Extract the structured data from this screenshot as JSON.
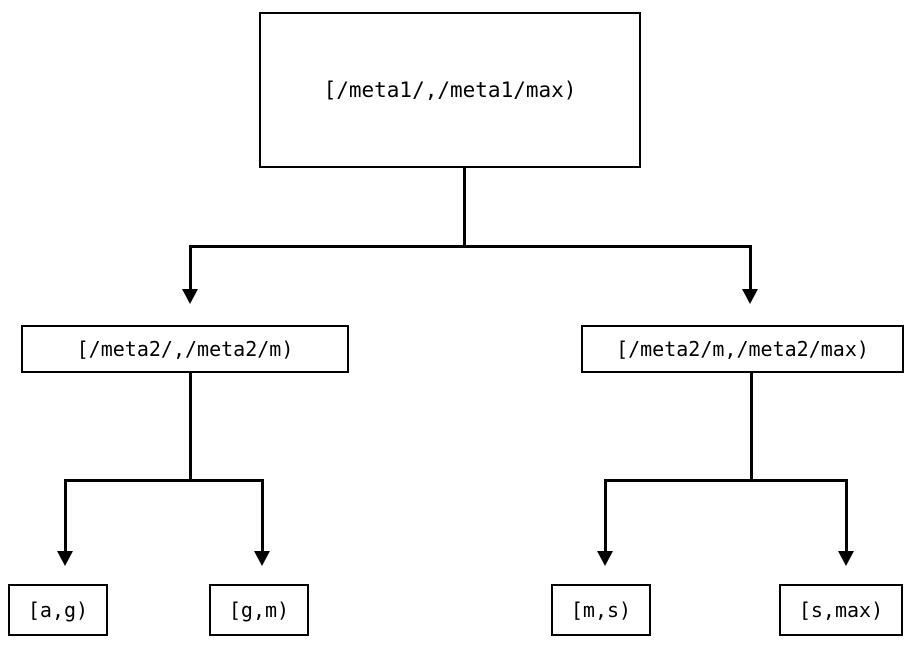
{
  "diagram": {
    "type": "tree",
    "title": "",
    "background_color": "#ffffff",
    "line_color": "#000000",
    "text_color": "#000000",
    "nodes": {
      "root": {
        "label": "[/meta1/,/meta1/max)"
      },
      "meta2_left": {
        "label": "[/meta2/,/meta2/m)"
      },
      "meta2_right": {
        "label": "[/meta2/m,/meta2/max)"
      },
      "leaf_ag": {
        "label": "[a,g)"
      },
      "leaf_gm": {
        "label": "[g,m)"
      },
      "leaf_ms": {
        "label": "[m,s)"
      },
      "leaf_smax": {
        "label": "[s,max)"
      }
    },
    "edges": [
      {
        "from": "root",
        "to": "meta2_left",
        "arrow": "down-triangle"
      },
      {
        "from": "root",
        "to": "meta2_right",
        "arrow": "down-triangle"
      },
      {
        "from": "meta2_left",
        "to": "leaf_ag",
        "arrow": "down-triangle"
      },
      {
        "from": "meta2_left",
        "to": "leaf_gm",
        "arrow": "down-triangle"
      },
      {
        "from": "meta2_right",
        "to": "leaf_ms",
        "arrow": "down-triangle"
      },
      {
        "from": "meta2_right",
        "to": "leaf_smax",
        "arrow": "down-triangle"
      }
    ]
  }
}
